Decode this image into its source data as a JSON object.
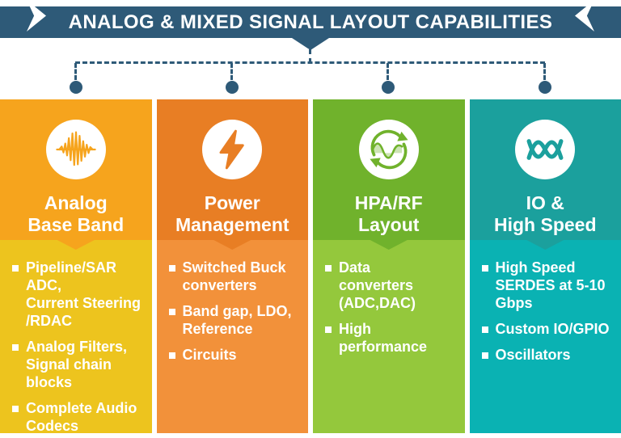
{
  "banner": {
    "title": "ANALOG & MIXED SIGNAL LAYOUT CAPABILITIES",
    "bg_color": "#2E5A78",
    "text_color": "#FFFFFF"
  },
  "connector": {
    "color": "#2E5A78",
    "style": "dashed",
    "branch_count": 4
  },
  "columns": [
    {
      "id": "analog-base-band",
      "title": "Analog\nBase Band",
      "icon": "audio-waveform-icon",
      "header_color": "#F6A41D",
      "body_color": "#EDC41E",
      "icon_color": "#F6A41D",
      "items": [
        "Pipeline/SAR ADC,\nCurrent Steering\n/RDAC",
        "Analog Filters,\nSignal chain\nblocks",
        "Complete Audio\nCodecs"
      ]
    },
    {
      "id": "power-management",
      "title": "Power\nManagement",
      "icon": "lightning-bolt-icon",
      "header_color": "#E87E24",
      "body_color": "#F2913A",
      "icon_color": "#E87E24",
      "items": [
        "Switched Buck\nconverters",
        "Band gap, LDO,\nReference",
        "Circuits"
      ]
    },
    {
      "id": "hpa-rf-layout",
      "title": "HPA/RF\nLayout",
      "icon": "rf-loop-wave-icon",
      "header_color": "#70B22C",
      "body_color": "#94C83C",
      "icon_color": "#70B22C",
      "items": [
        "Data\nconverters\n(ADC,DAC)",
        "High\nperformance"
      ]
    },
    {
      "id": "io-high-speed",
      "title": "IO &\nHigh Speed",
      "icon": "crossed-waves-icon",
      "header_color": "#1BA09D",
      "body_color": "#0AB2B3",
      "icon_color": "#1BA09D",
      "items": [
        "High Speed\nSERDES at 5-10\nGbps",
        "Custom IO/GPIO",
        "Oscillators"
      ]
    }
  ]
}
